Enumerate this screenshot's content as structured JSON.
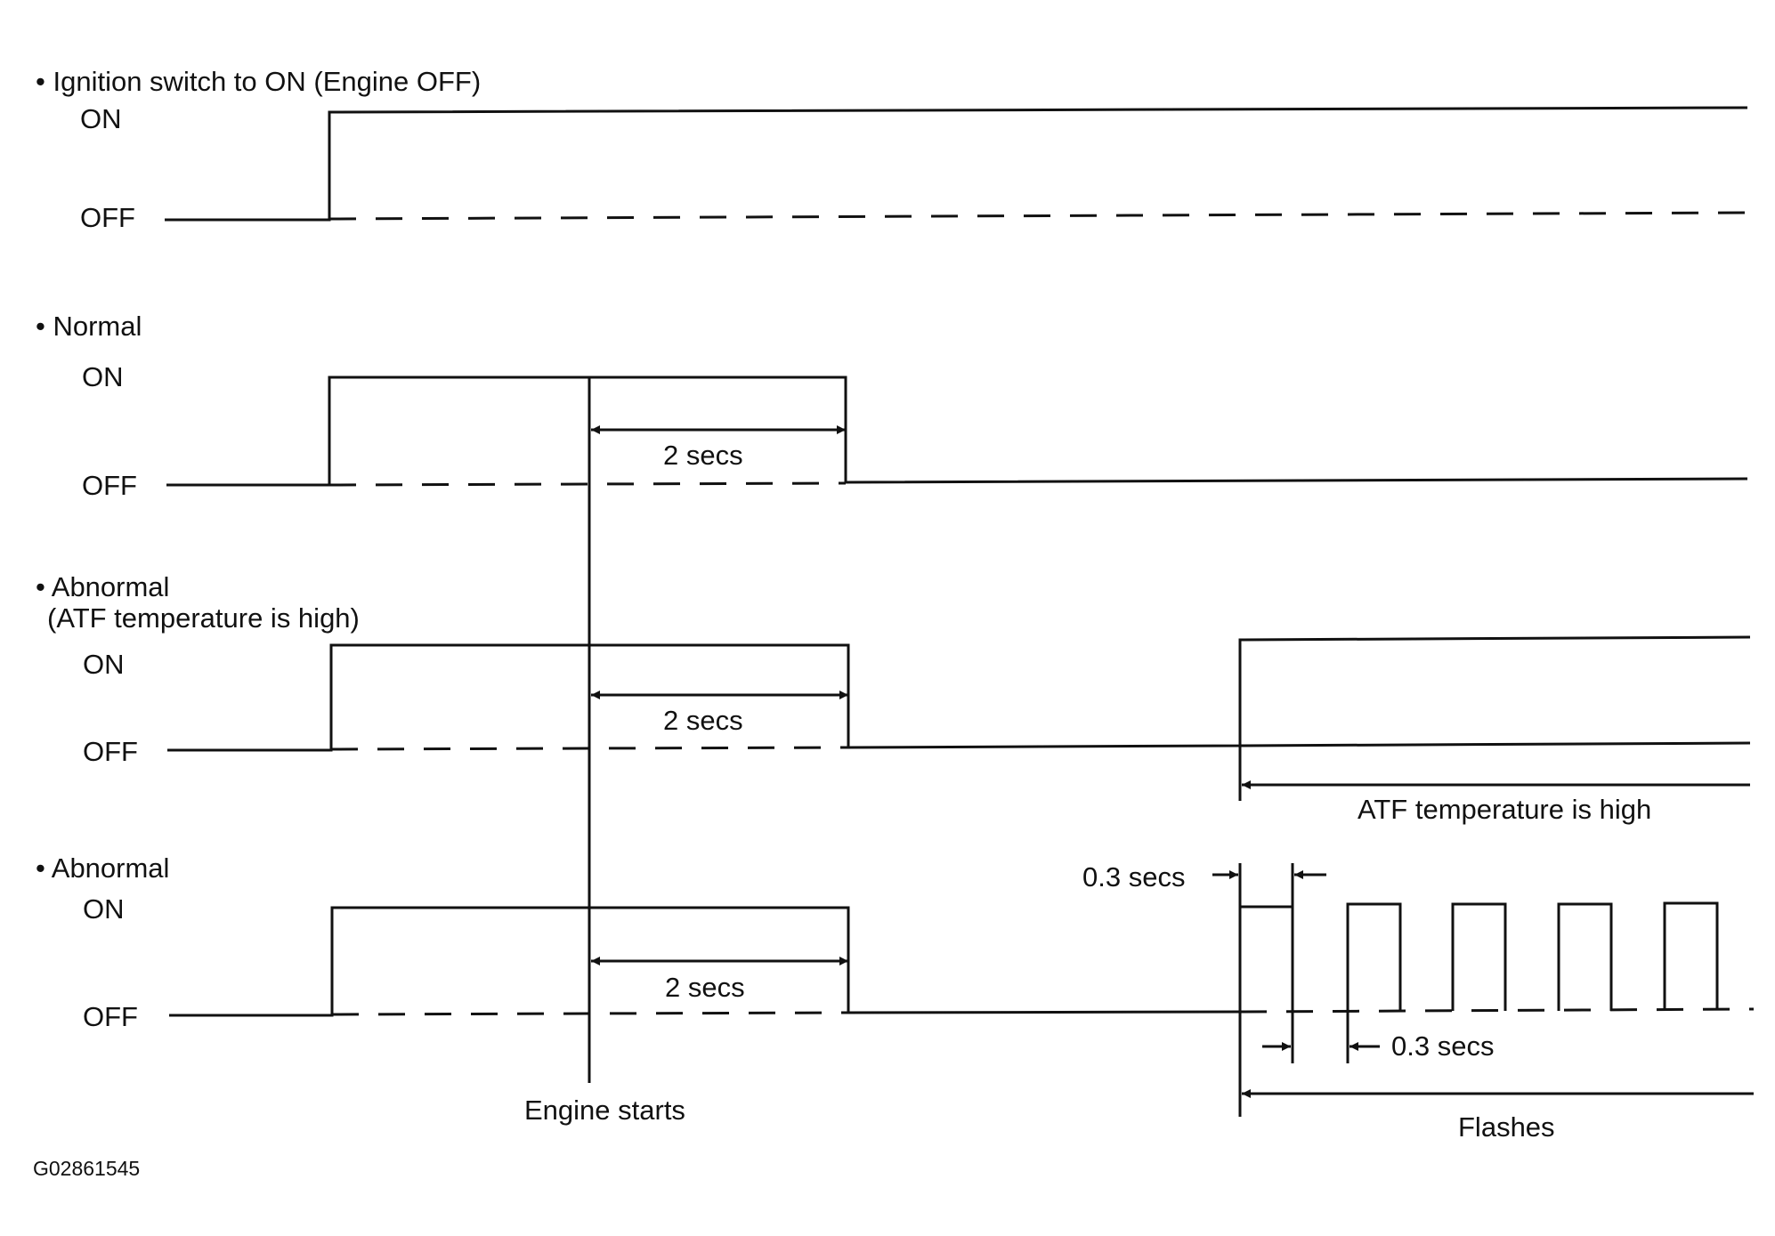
{
  "bullet": "•",
  "panels": [
    {
      "header": "Ignition switch to ON (Engine OFF)",
      "on": "ON",
      "off": "OFF"
    },
    {
      "header": "Normal",
      "on": "ON",
      "off": "OFF",
      "duration": "2 secs"
    },
    {
      "header": "Abnormal",
      "subheader": "(ATF temperature is high)",
      "on": "ON",
      "off": "OFF",
      "duration": "2 secs",
      "note": "ATF temperature is high"
    },
    {
      "header": "Abnormal",
      "on": "ON",
      "off": "OFF",
      "duration": "2 secs",
      "pulse_on": "0.3 secs",
      "pulse_off": "0.3 secs",
      "note": "Flashes"
    }
  ],
  "engine_starts": "Engine starts",
  "figure_code": "G02861545",
  "colors": {
    "ink": "#111111",
    "background": "#ffffff"
  }
}
